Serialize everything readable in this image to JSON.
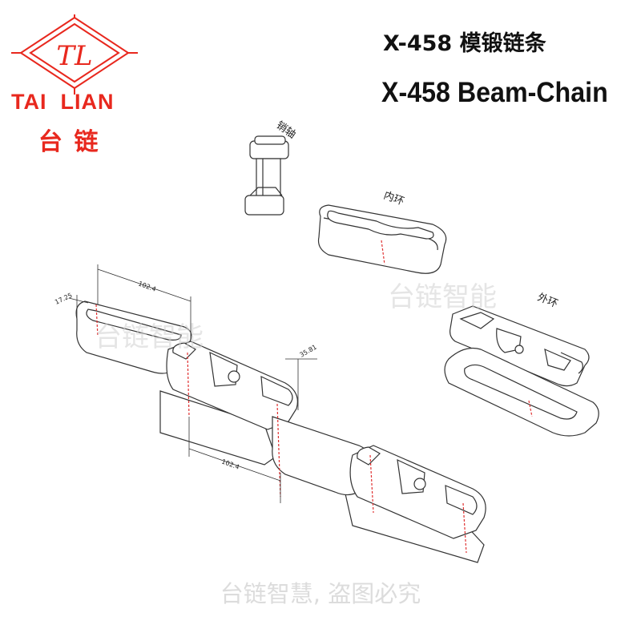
{
  "logo": {
    "monogram": "TL",
    "brand_en": "TAI  LIAN",
    "brand_zh": "台 链",
    "color": "#e8281e"
  },
  "title": {
    "zh": "X-458 模锻链条",
    "en": "X-458 Beam-Chain"
  },
  "part_labels": {
    "pin": "销轴",
    "inner_link": "内环",
    "outer_link": "外环"
  },
  "dimensions": {
    "width": "17.25",
    "pitch_top": "102.4",
    "height": "35.81",
    "pitch_bottom": "102.4"
  },
  "watermarks": {
    "right": "台链智能",
    "left": "台链智能",
    "footer": "台链智慧, 盗图必究"
  }
}
